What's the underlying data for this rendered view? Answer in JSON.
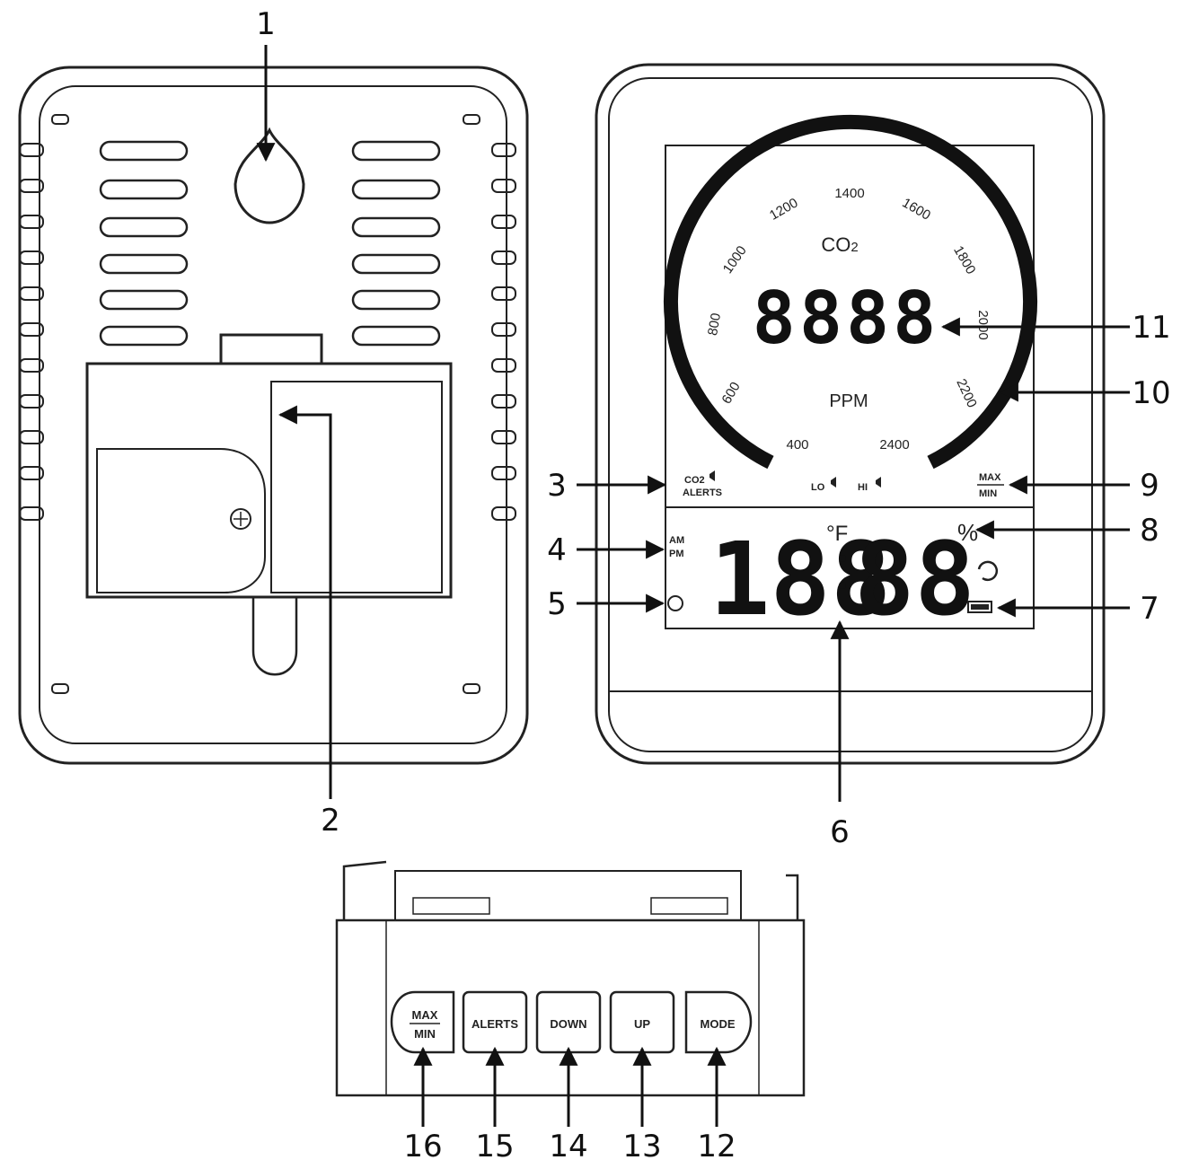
{
  "callouts": [
    "1",
    "2",
    "3",
    "4",
    "5",
    "6",
    "7",
    "8",
    "9",
    "10",
    "11",
    "12",
    "13",
    "14",
    "15",
    "16"
  ],
  "display": {
    "co2_label": "CO",
    "co2_sub": "2",
    "co2_digits": "8888",
    "ppm_label": "PPM",
    "scale_ticks": [
      "400",
      "600",
      "800",
      "1000",
      "1200",
      "1400",
      "1600",
      "1800",
      "2000",
      "2200",
      "2400"
    ],
    "co2_alerts_line1": "CO2",
    "co2_alerts_line2": "ALERTS",
    "lo_label": "LO",
    "hi_label": "HI",
    "max_label": "MAX",
    "min_label": "MIN",
    "main_digits_left": "188",
    "main_digits_right": "88",
    "unit_fc": "°F",
    "percent": "%",
    "am_pm_top": "AM",
    "am_pm_bottom": "PM"
  },
  "buttons": {
    "max_top": "MAX",
    "max_bottom": "MIN",
    "alerts": "ALERTS",
    "down": "DOWN",
    "up": "UP",
    "mode": "MODE"
  },
  "colors": {
    "line": "#222222",
    "background": "#ffffff"
  }
}
